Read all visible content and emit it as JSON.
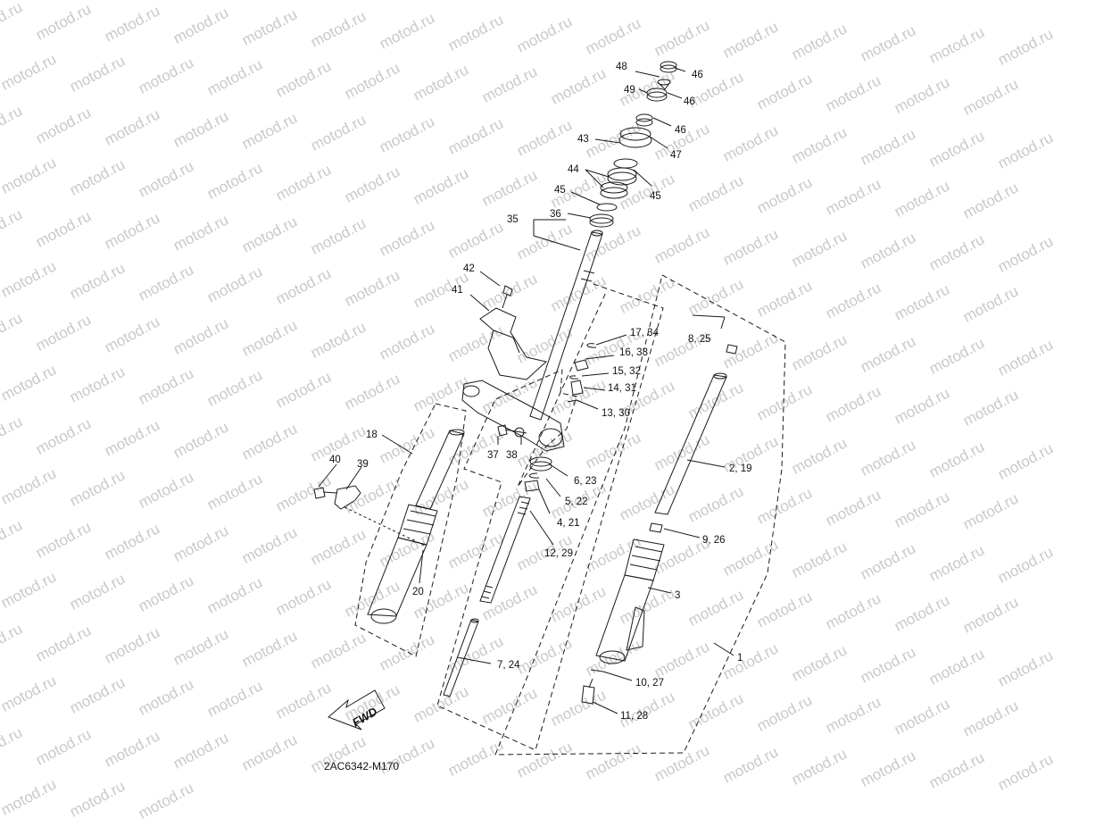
{
  "watermark": {
    "text": "motod.ru"
  },
  "diagram_code": "2AC6342-M170",
  "fwd_label": "FWD",
  "callouts": [
    {
      "id": "48",
      "text": "48"
    },
    {
      "id": "46a",
      "text": "46"
    },
    {
      "id": "49",
      "text": "49"
    },
    {
      "id": "46b",
      "text": "46"
    },
    {
      "id": "46c",
      "text": "46"
    },
    {
      "id": "43",
      "text": "43"
    },
    {
      "id": "47",
      "text": "47"
    },
    {
      "id": "44",
      "text": "44"
    },
    {
      "id": "45a",
      "text": "45"
    },
    {
      "id": "45b",
      "text": "45"
    },
    {
      "id": "36",
      "text": "36"
    },
    {
      "id": "35",
      "text": "35"
    },
    {
      "id": "42",
      "text": "42"
    },
    {
      "id": "41",
      "text": "41"
    },
    {
      "id": "17-34",
      "text": "17, 34"
    },
    {
      "id": "8-25",
      "text": "8, 25"
    },
    {
      "id": "16-33",
      "text": "16, 33"
    },
    {
      "id": "15-32",
      "text": "15, 32"
    },
    {
      "id": "14-31",
      "text": "14, 31"
    },
    {
      "id": "13-30",
      "text": "13, 30"
    },
    {
      "id": "18",
      "text": "18"
    },
    {
      "id": "37",
      "text": "37"
    },
    {
      "id": "38",
      "text": "38"
    },
    {
      "id": "40",
      "text": "40"
    },
    {
      "id": "39",
      "text": "39"
    },
    {
      "id": "2-19",
      "text": "2, 19"
    },
    {
      "id": "6-23",
      "text": "6, 23"
    },
    {
      "id": "5-22",
      "text": "5, 22"
    },
    {
      "id": "4-21",
      "text": "4, 21"
    },
    {
      "id": "9-26",
      "text": "9, 26"
    },
    {
      "id": "12-29",
      "text": "12, 29"
    },
    {
      "id": "20",
      "text": "20"
    },
    {
      "id": "3",
      "text": "3"
    },
    {
      "id": "1",
      "text": "1"
    },
    {
      "id": "7-24",
      "text": "7, 24"
    },
    {
      "id": "10-27",
      "text": "10, 27"
    },
    {
      "id": "11-28",
      "text": "11, 28"
    }
  ]
}
